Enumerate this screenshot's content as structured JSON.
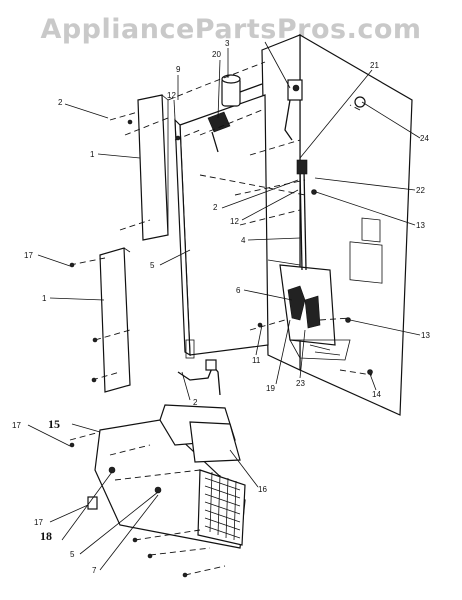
{
  "watermark": "AppliancePartsPros.com",
  "callouts": [
    {
      "id": "c2a",
      "label": "2"
    },
    {
      "id": "c1a",
      "label": "1"
    },
    {
      "id": "c17a",
      "label": "17"
    },
    {
      "id": "c1b",
      "label": "1"
    },
    {
      "id": "c12a",
      "label": "12"
    },
    {
      "id": "c9",
      "label": "9"
    },
    {
      "id": "c20",
      "label": "20"
    },
    {
      "id": "c3",
      "label": "3"
    },
    {
      "id": "c21",
      "label": "21"
    },
    {
      "id": "c24",
      "label": "24"
    },
    {
      "id": "c22",
      "label": "22"
    },
    {
      "id": "c2b",
      "label": "2"
    },
    {
      "id": "c12b",
      "label": "12"
    },
    {
      "id": "c13a",
      "label": "13"
    },
    {
      "id": "c4",
      "label": "4"
    },
    {
      "id": "c5a",
      "label": "5"
    },
    {
      "id": "c6",
      "label": "6"
    },
    {
      "id": "c13b",
      "label": "13"
    },
    {
      "id": "c11",
      "label": "11"
    },
    {
      "id": "c19",
      "label": "19"
    },
    {
      "id": "c23",
      "label": "23"
    },
    {
      "id": "c14",
      "label": "14"
    },
    {
      "id": "c2c",
      "label": "2"
    },
    {
      "id": "c15",
      "label": "15"
    },
    {
      "id": "c17b",
      "label": "17"
    },
    {
      "id": "c16",
      "label": "16"
    },
    {
      "id": "c17c",
      "label": "17"
    },
    {
      "id": "c18",
      "label": "18"
    },
    {
      "id": "c5b",
      "label": "5"
    },
    {
      "id": "c7",
      "label": "7"
    }
  ]
}
